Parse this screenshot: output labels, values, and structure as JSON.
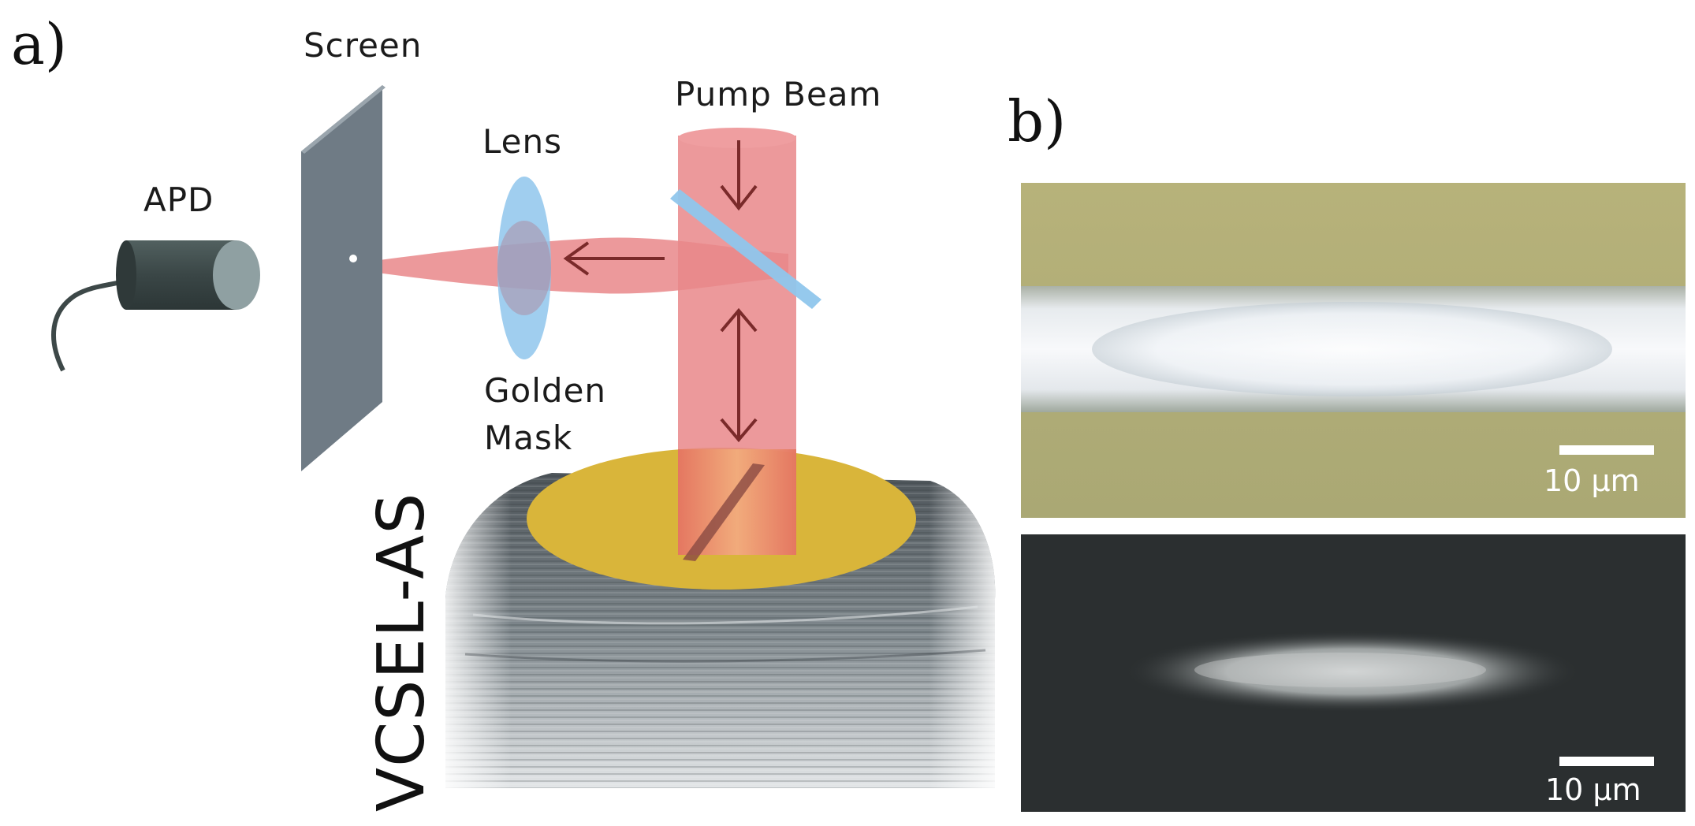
{
  "panels": {
    "a": {
      "tag": "a)"
    },
    "b": {
      "tag": "b)"
    }
  },
  "labels": {
    "screen": "Screen",
    "apd": "APD",
    "lens": "Lens",
    "pump_beam": "Pump Beam",
    "golden_mask_line1": "Golden",
    "golden_mask_line2": "Mask",
    "device": "VCSEL-AS"
  },
  "images": {
    "top": {
      "scale_bar": "10 µm"
    },
    "bottom": {
      "scale_bar": "10 µm"
    }
  },
  "colors": {
    "beam": "#e9878a",
    "lens": "#8fc6ec",
    "mask": "#d9b53a",
    "screen": "#6f7b85",
    "apd": "#3d4848",
    "arrow": "#7a2a2a",
    "micrograph_top_band": "#b3b079",
    "micrograph_bottom_bg": "#2b2f30"
  }
}
